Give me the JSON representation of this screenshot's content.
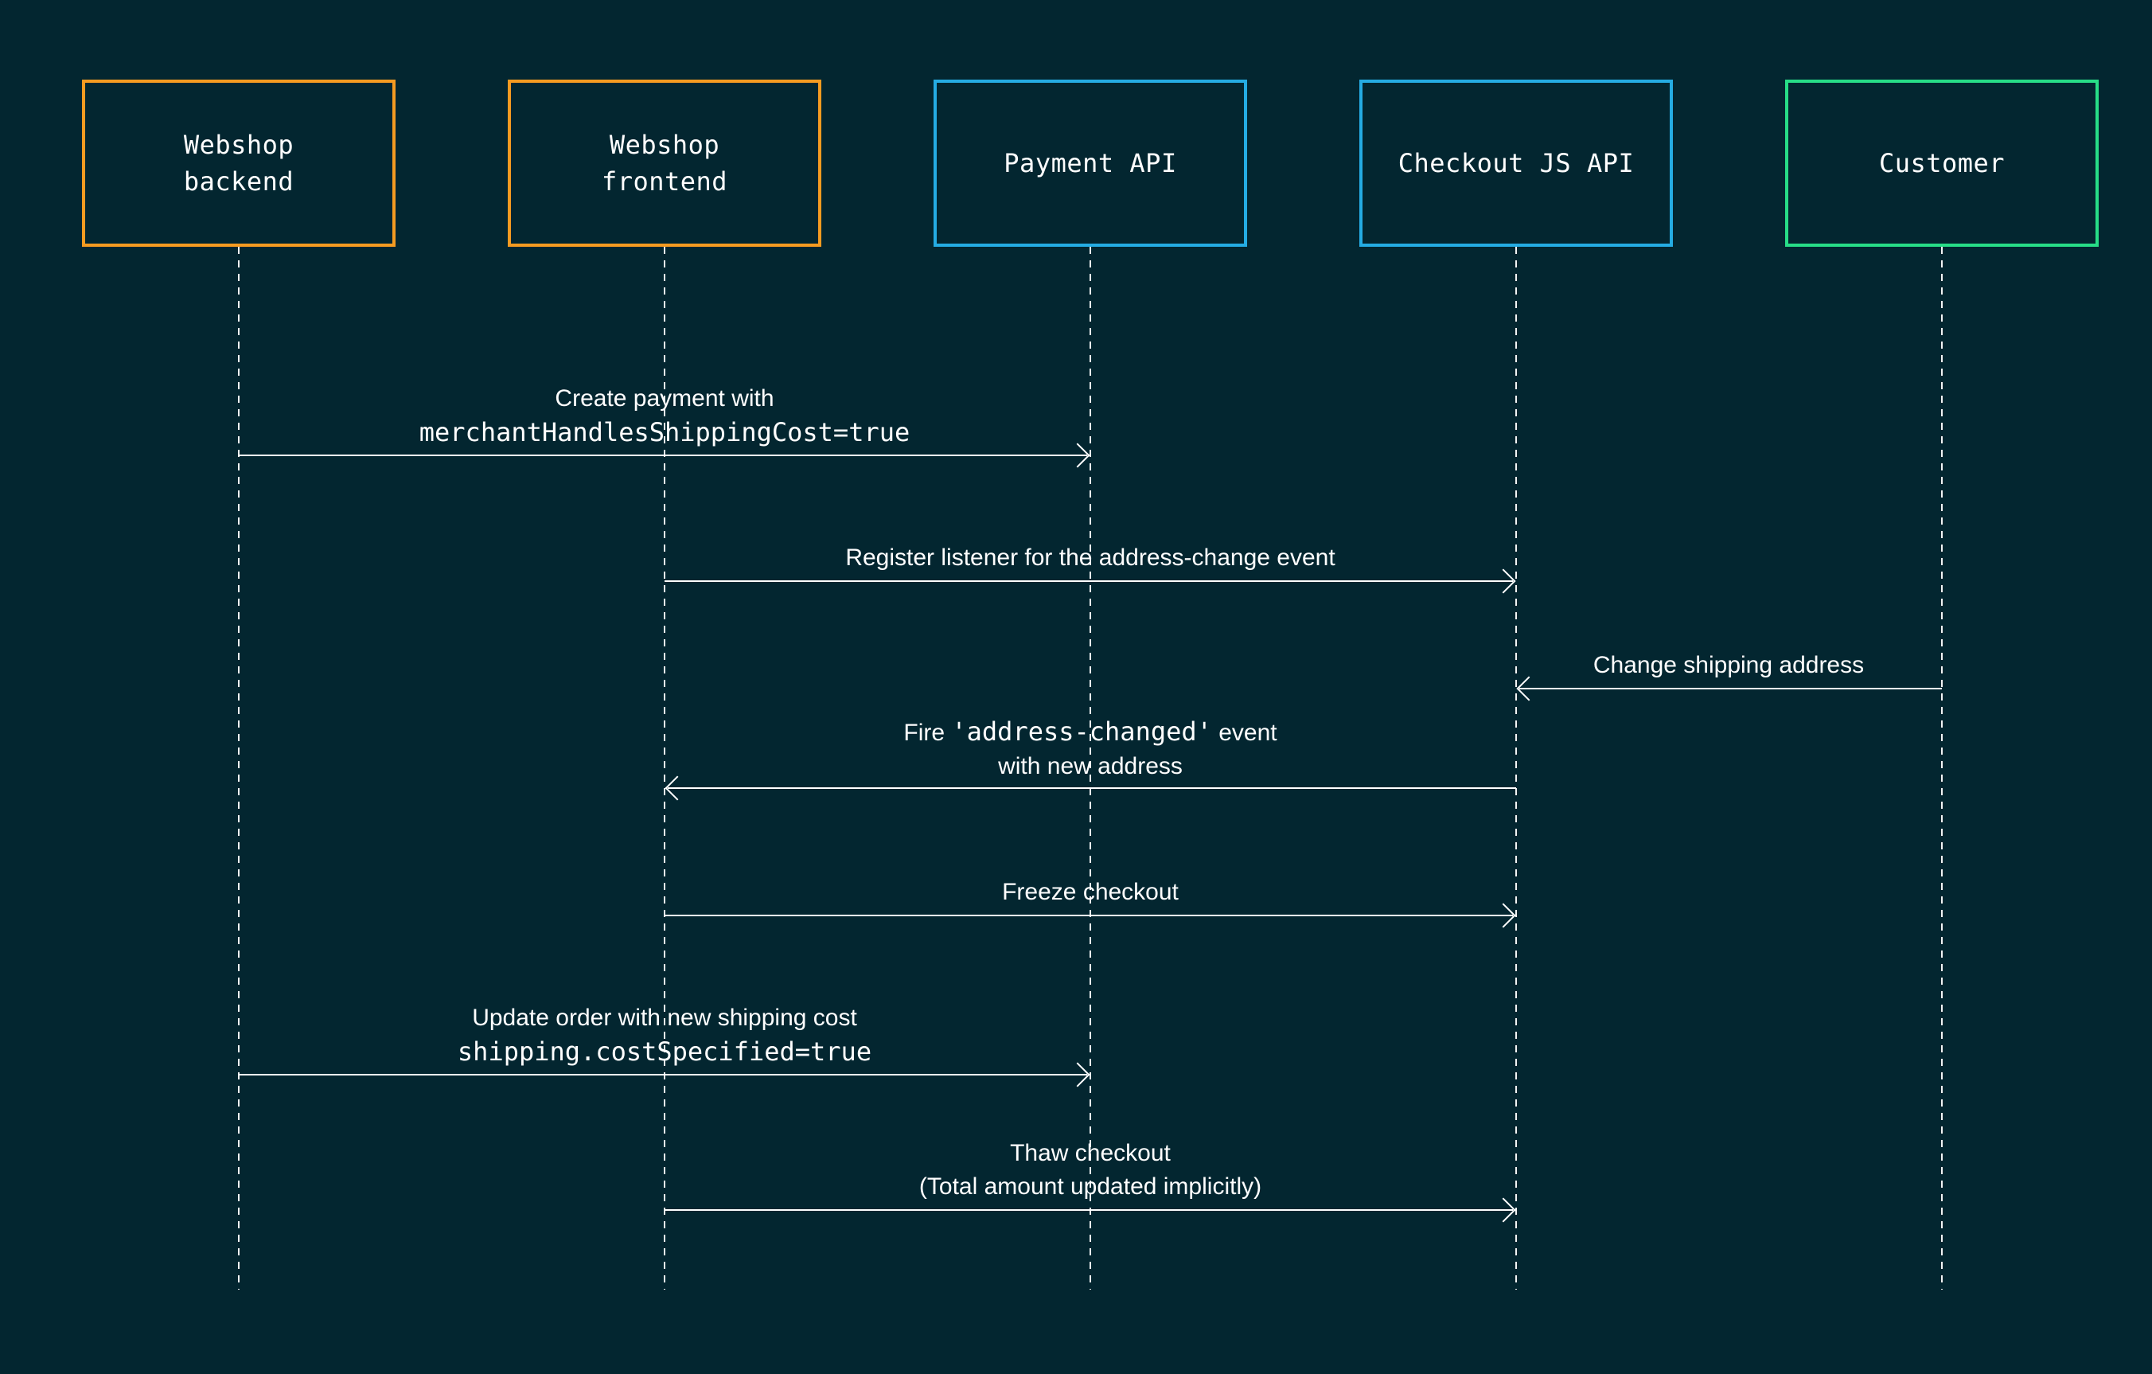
{
  "diagram_type": "sequence",
  "colors": {
    "background": "#032630",
    "text": "#ffffff",
    "line": "#ffffff",
    "actor_border_orange": "#F59B21",
    "actor_border_blue": "#25ACE3",
    "actor_border_green": "#27DD87"
  },
  "actors": [
    {
      "id": "webshop-backend",
      "name": "Webshop backend",
      "lines": [
        "Webshop",
        "backend"
      ],
      "border_color": "#F59B21"
    },
    {
      "id": "webshop-frontend",
      "name": "Webshop frontend",
      "lines": [
        "Webshop",
        "frontend"
      ],
      "border_color": "#F59B21"
    },
    {
      "id": "payment-api",
      "name": "Payment API",
      "lines": [
        "Payment API"
      ],
      "border_color": "#25ACE3"
    },
    {
      "id": "checkout-js-api",
      "name": "Checkout JS API",
      "lines": [
        "Checkout JS API"
      ],
      "border_color": "#25ACE3"
    },
    {
      "id": "customer",
      "name": "Customer",
      "lines": [
        "Customer"
      ],
      "border_color": "#27DD87"
    }
  ],
  "messages": [
    {
      "from": "Webshop backend",
      "to": "Payment API",
      "direction": "right",
      "line1": "Create payment with",
      "code": "merchantHandlesShippingCost=true"
    },
    {
      "from": "Webshop frontend",
      "to": "Checkout JS API",
      "direction": "right",
      "line1": "Register listener for the address-change event"
    },
    {
      "from": "Customer",
      "to": "Checkout JS API",
      "direction": "left",
      "line1": "Change shipping address"
    },
    {
      "from": "Checkout JS API",
      "to": "Webshop frontend",
      "direction": "left",
      "line1_prefix": "Fire ",
      "line1_code": "'address-changed'",
      "line1_suffix": " event",
      "line2": "with new address"
    },
    {
      "from": "Webshop frontend",
      "to": "Checkout JS API",
      "direction": "right",
      "line1": "Freeze checkout"
    },
    {
      "from": "Webshop backend",
      "to": "Payment API",
      "direction": "right",
      "line1": "Update order with new shipping cost",
      "code": "shipping.costSpecified=true"
    },
    {
      "from": "Webshop frontend",
      "to": "Checkout JS API",
      "direction": "right",
      "line1": "Thaw checkout",
      "line2": "(Total amount updated implicitly)"
    }
  ]
}
